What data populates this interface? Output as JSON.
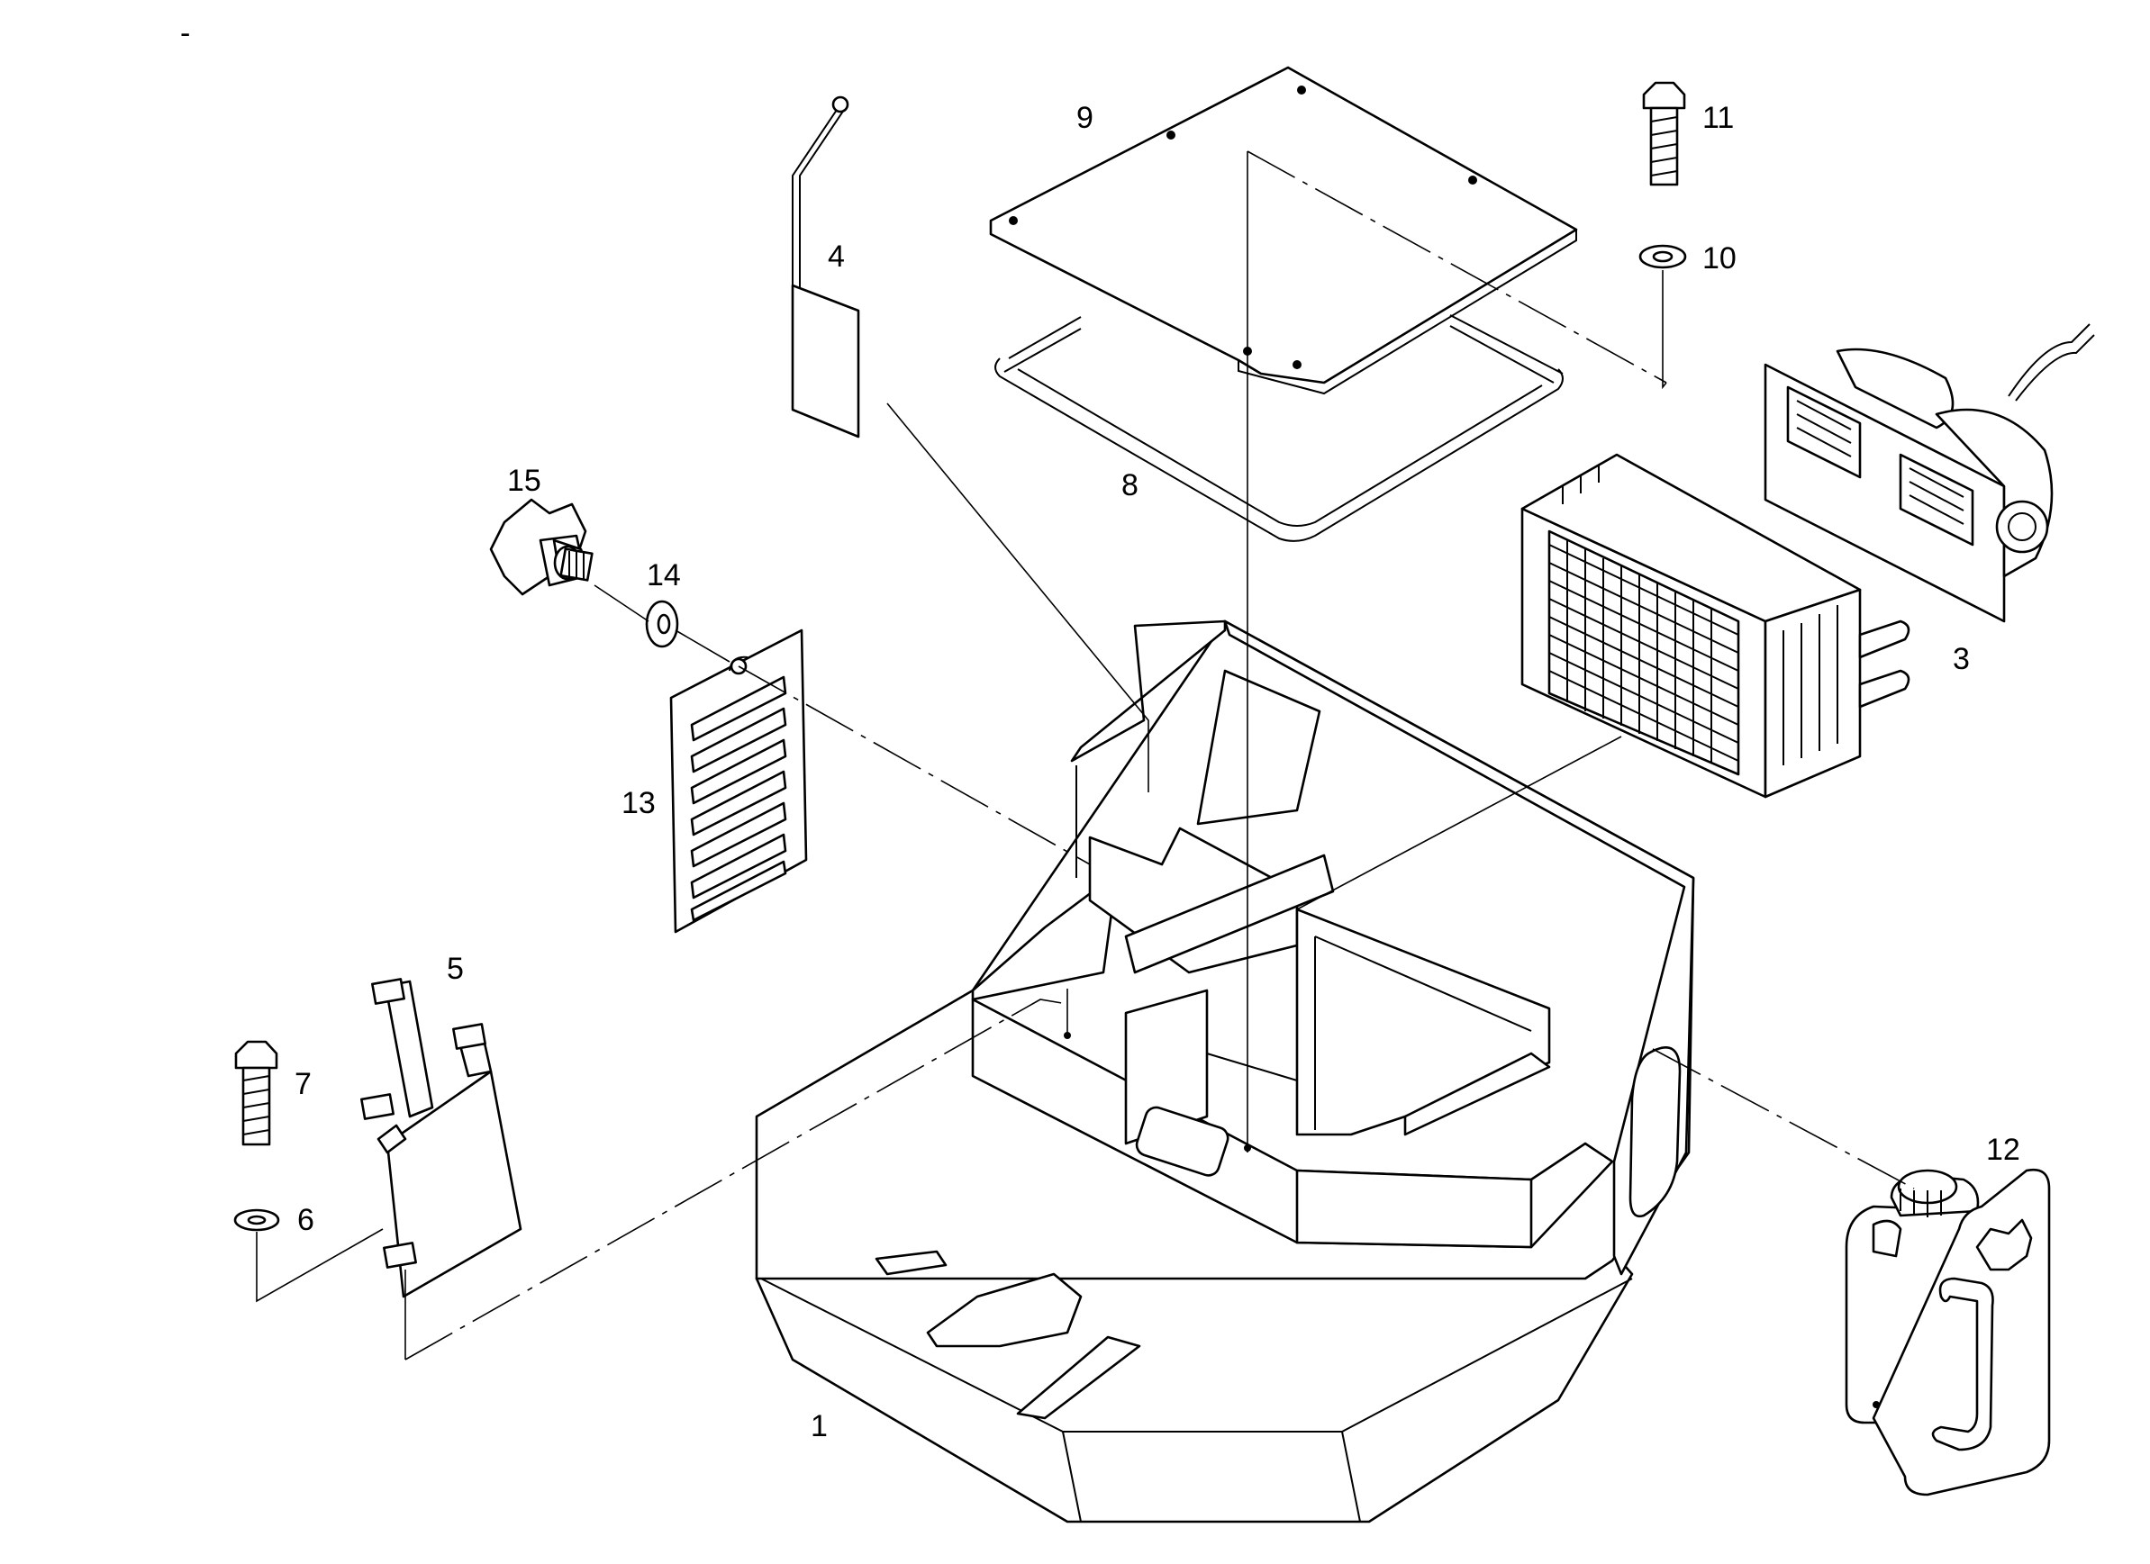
{
  "colors": {
    "line": "#000000",
    "background": "#ffffff"
  },
  "top_mark": "-",
  "callouts": [
    {
      "id": "c1",
      "label": "1"
    },
    {
      "id": "c3",
      "label": "3"
    },
    {
      "id": "c4",
      "label": "4"
    },
    {
      "id": "c5",
      "label": "5"
    },
    {
      "id": "c6",
      "label": "6"
    },
    {
      "id": "c7",
      "label": "7"
    },
    {
      "id": "c8",
      "label": "8"
    },
    {
      "id": "c9",
      "label": "9"
    },
    {
      "id": "c10",
      "label": "10"
    },
    {
      "id": "c11",
      "label": "11"
    },
    {
      "id": "c12",
      "label": "12"
    },
    {
      "id": "c13",
      "label": "13"
    },
    {
      "id": "c14",
      "label": "14"
    },
    {
      "id": "c15",
      "label": "15"
    }
  ]
}
